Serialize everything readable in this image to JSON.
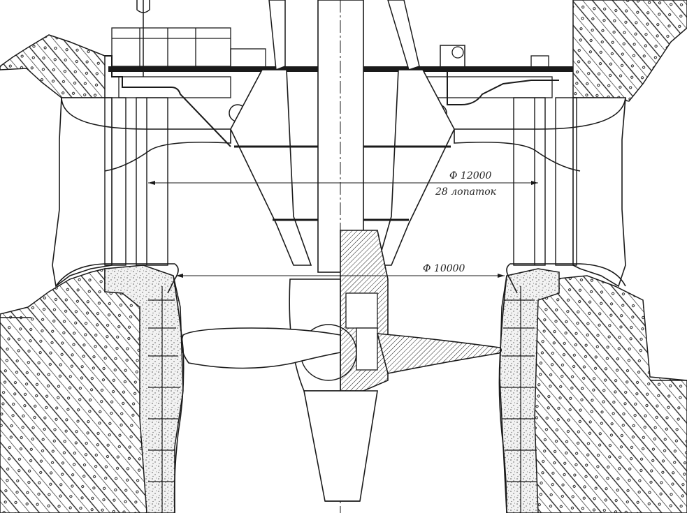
{
  "drawing": {
    "dimensions": {
      "outer_diameter": "Φ 12000",
      "blade_count": "28 лопаток",
      "inner_diameter": "Φ 10000"
    },
    "colors": {
      "line": "#1a1a1a",
      "concrete_fill": "#f4f4f4",
      "stipple": "#555555",
      "paper": "#ffffff"
    }
  }
}
